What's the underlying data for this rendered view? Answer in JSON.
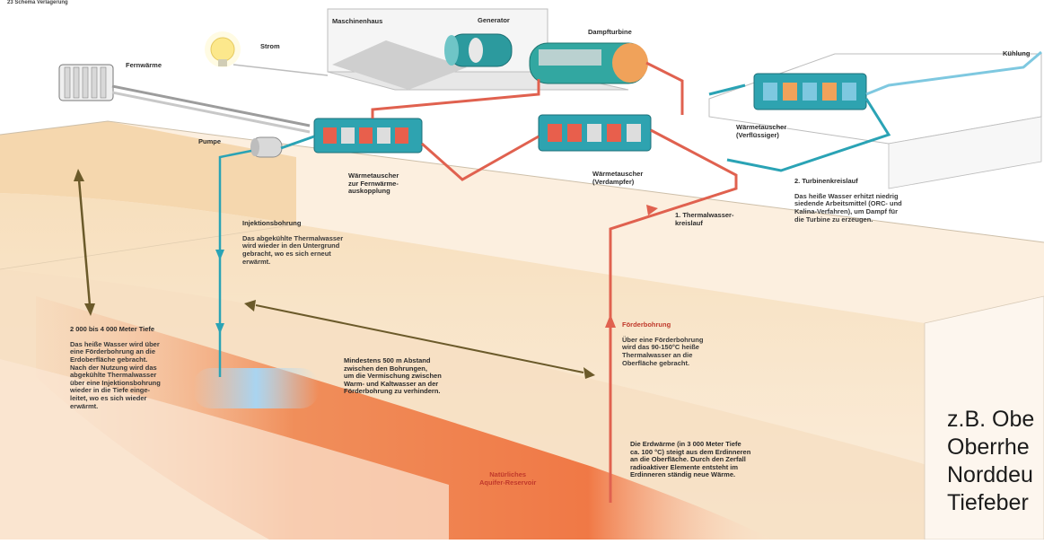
{
  "header": "23 Schema Verlagerung",
  "labels": {
    "maschinenhaus": "Maschinenhaus",
    "generator": "Generator",
    "dampfturbine": "Dampfturbine",
    "kuehlung": "Kühlung",
    "strom": "Strom",
    "fernwaerme": "Fernwärme",
    "pumpe": "Pumpe",
    "wt_fernwaerme": "Wärmetauscher\nzur Fernwärme-\nauskopplung",
    "wt_verdampfer": "Wärmetauscher\n(Verdampfer)",
    "wt_verfluessiger": "Wärmetauscher\n(Verflüssiger)",
    "thermalwasserkreislauf": "1. Thermalwasser-\nkreislauf",
    "turbinenkreislauf_title": "2. Turbinenkreislauf",
    "turbinenkreislauf_text": "Das heiße Wasser erhitzt niedrig\nsiedende Arbeitsmittel (ORC- und\nKalina-Verfahren), um Dampf für\ndie Turbine zu erzeugen.",
    "injektion_title": "Injektionsbohrung",
    "injektion_text": "Das abgekühlte Thermalwasser\nwird wieder in den Untergrund\ngebracht, wo es sich erneut\nerwärmt.",
    "tiefe_title": "2 000 bis 4 000 Meter Tiefe",
    "tiefe_text": "Das heiße Wasser wird über\neine Förderbohrung an die\nErdoberfläche gebracht.\nNach der Nutzung wird das\nabgekühlte Thermalwasser\nüber eine Injektionsbohrung\nwieder in die Tiefe einge-\nleitet, wo es sich wieder\nerwärmt.",
    "abstand_text": "Mindestens 500 m Abstand\nzwischen den Bohrungen,\num die Vermischung zwischen\nWarm- und Kaltwasser an der\nFörderbohrung zu verhindern.",
    "foerder_title": "Förderbohrung",
    "foerder_text": "Über eine Förderbohrung\nwird das 90-150°C heiße\nThermalwasser an die\nOberfläche gebracht.",
    "erdwaerme_text": "Die Erdwärme (in 3 000 Meter Tiefe\nca. 100 °C) steigt aus dem Erdinneren\nan die Oberfläche. Durch den Zerfall\nradioaktiver Elemente entsteht im\nErdinneren ständig neue Wärme.",
    "reservoir": "Natürliches\nAquifer-Reservoir"
  },
  "overlay_lines": [
    "z.B. Obe",
    "Oberrhe",
    "Norddeu",
    "Tiefeber"
  ],
  "colors": {
    "hot": "#e8604a",
    "cold": "#2aa3b5",
    "brown": "#6b5a2a",
    "earth": "#f3d9b4"
  }
}
